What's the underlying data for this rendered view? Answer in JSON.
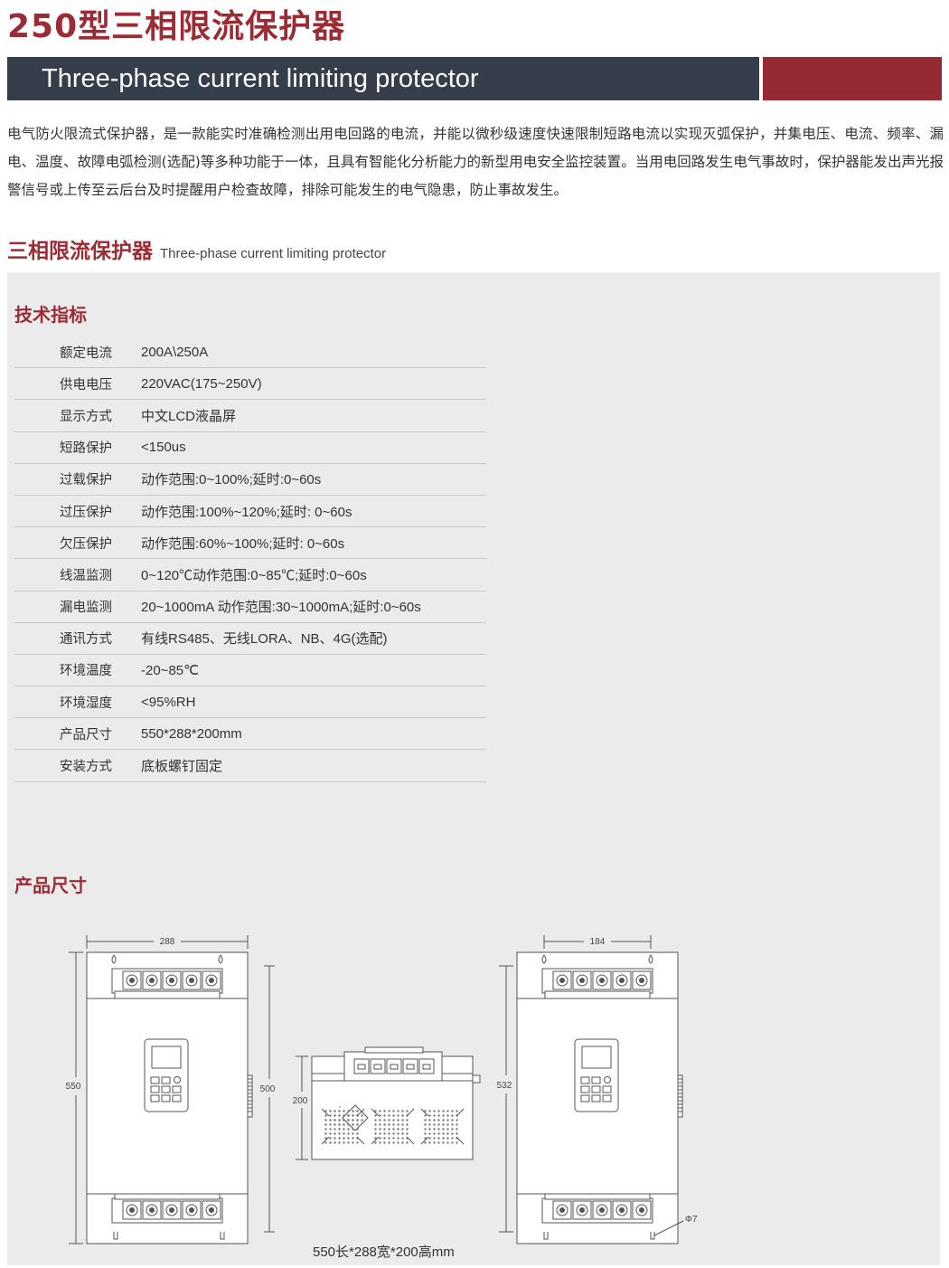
{
  "header": {
    "title": "250型三相限流保护器",
    "banner_en": "Three-phase current limiting protector"
  },
  "intro": "电气防火限流式保护器，是一款能实时准确检测出用电回路的电流，并能以微秒级速度快速限制短路电流以实现灭弧保护，并集电压、电流、频率、漏电、温度、故障电弧检测(选配)等多种功能于一体，且具有智能化分析能力的新型用电安全监控装置。当用电回路发生电气事故时，保护器能发出声光报警信号或上传至云后台及时提醒用户检查故障，排除可能发生的电气隐患，防止事故发生。",
  "section": {
    "cn": "三相限流保护器",
    "en": "Three-phase current limiting protector"
  },
  "specs": {
    "heading": "技术指标",
    "rows": [
      {
        "label": "额定电流",
        "value": "200A\\250A"
      },
      {
        "label": "供电电压",
        "value": "220VAC(175~250V)"
      },
      {
        "label": "显示方式",
        "value": "中文LCD液晶屏"
      },
      {
        "label": "短路保护",
        "value": "<150us"
      },
      {
        "label": "过载保护",
        "value": "动作范围:0~100%;延时:0~60s"
      },
      {
        "label": "过压保护",
        "value": "动作范围:100%~120%;延时: 0~60s"
      },
      {
        "label": "欠压保护",
        "value": "动作范围:60%~100%;延时: 0~60s"
      },
      {
        "label": "线温监测",
        "value": "0~120℃动作范围:0~85℃;延时:0~60s"
      },
      {
        "label": "漏电监测",
        "value": "20~1000mA 动作范围:30~1000mA;延时:0~60s"
      },
      {
        "label": "通讯方式",
        "value": "有线RS485、无线LORA、NB、4G(选配)"
      },
      {
        "label": "环境温度",
        "value": "-20~85℃"
      },
      {
        "label": "环境湿度",
        "value": "<95%RH"
      },
      {
        "label": "产品尺寸",
        "value": "550*288*200mm"
      },
      {
        "label": "安装方式",
        "value": "底板螺钉固定"
      }
    ]
  },
  "dimensions": {
    "heading": "产品尺寸",
    "front_width": "288",
    "front_height": "550",
    "front_inner_height": "500",
    "top_depth": "200",
    "side_width": "184",
    "side_height": "532",
    "hole_label": "Φ7",
    "caption": "550长*288宽*200高mm"
  },
  "colors": {
    "accent_red": "#9b2b34",
    "banner_dark": "#363d4b",
    "banner_red": "#962a33",
    "panel_bg": "#ebebeb"
  }
}
